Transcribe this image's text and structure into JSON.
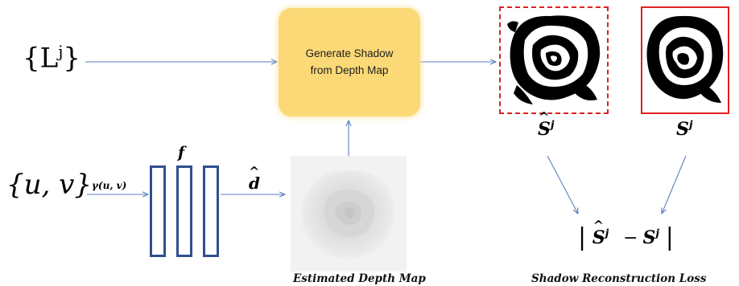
{
  "inputs": {
    "light_set": "{L",
    "light_sup": "j",
    "light_close": "}",
    "uv_set": "{u, v}",
    "positional_encoding": "γ(u, v)"
  },
  "network": {
    "label": "f"
  },
  "depth": {
    "label": "d",
    "caption": "Estimated Depth Map"
  },
  "generate_box": {
    "line1": "Generate Shadow",
    "line2": "from Depth Map"
  },
  "shadow_estimated": {
    "label": "S",
    "sup": "j"
  },
  "shadow_gt": {
    "label": "S",
    "sup": "j"
  },
  "loss": {
    "formula_a": "S",
    "formula_a_sup": "j",
    "formula_minus": "−",
    "formula_b": "S",
    "formula_b_sup": "j",
    "caption": "Shadow Reconstruction Loss"
  },
  "colors": {
    "arrow": "#5b7fbf",
    "network_border": "#2f4f8f",
    "generate_box": "#fbd976",
    "estimated_border": "#e02020",
    "gt_border": "#e02020"
  }
}
